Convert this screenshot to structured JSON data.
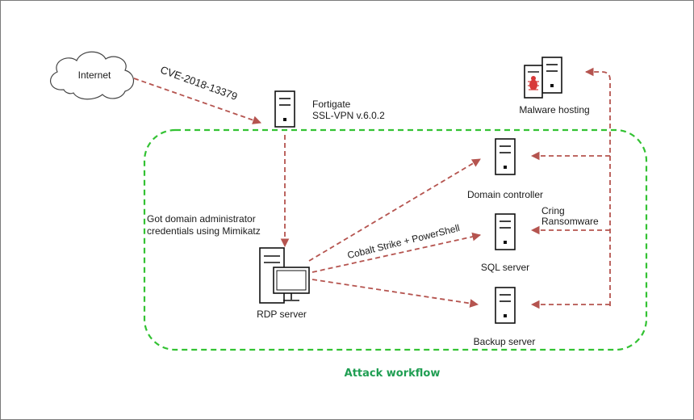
{
  "colors": {
    "arrow": "#b5544f",
    "zone": "#33c233",
    "caption": "#1f9e52",
    "server_fill": "#ffffff",
    "server_stroke": "#111111",
    "bug": "#d83a3a"
  },
  "nodes": {
    "internet": {
      "label": "Internet",
      "icon": "cloud-icon"
    },
    "fortigate": {
      "line1": "Fortigate",
      "line2": "SSL-VPN v.6.0.2",
      "icon": "server-icon"
    },
    "malware": {
      "label": "Malware hosting",
      "icon": "server-icon"
    },
    "dc": {
      "label": "Domain controller",
      "icon": "server-icon"
    },
    "sql": {
      "label": "SQL server",
      "icon": "server-icon"
    },
    "backup": {
      "label": "Backup server",
      "icon": "server-icon"
    },
    "rdp": {
      "label": "RDP server",
      "icon": "workstation-icon"
    }
  },
  "edges": {
    "cve": "CVE-2018-13379",
    "mimikatz_line1": "Got domain administrator",
    "mimikatz_line2": "credentials using Mimikatz",
    "cobalt": "Cobalt Strike + PowerShell",
    "cring_line1": "Cring",
    "cring_line2": "Ransomware"
  },
  "caption": "Attack workflow"
}
